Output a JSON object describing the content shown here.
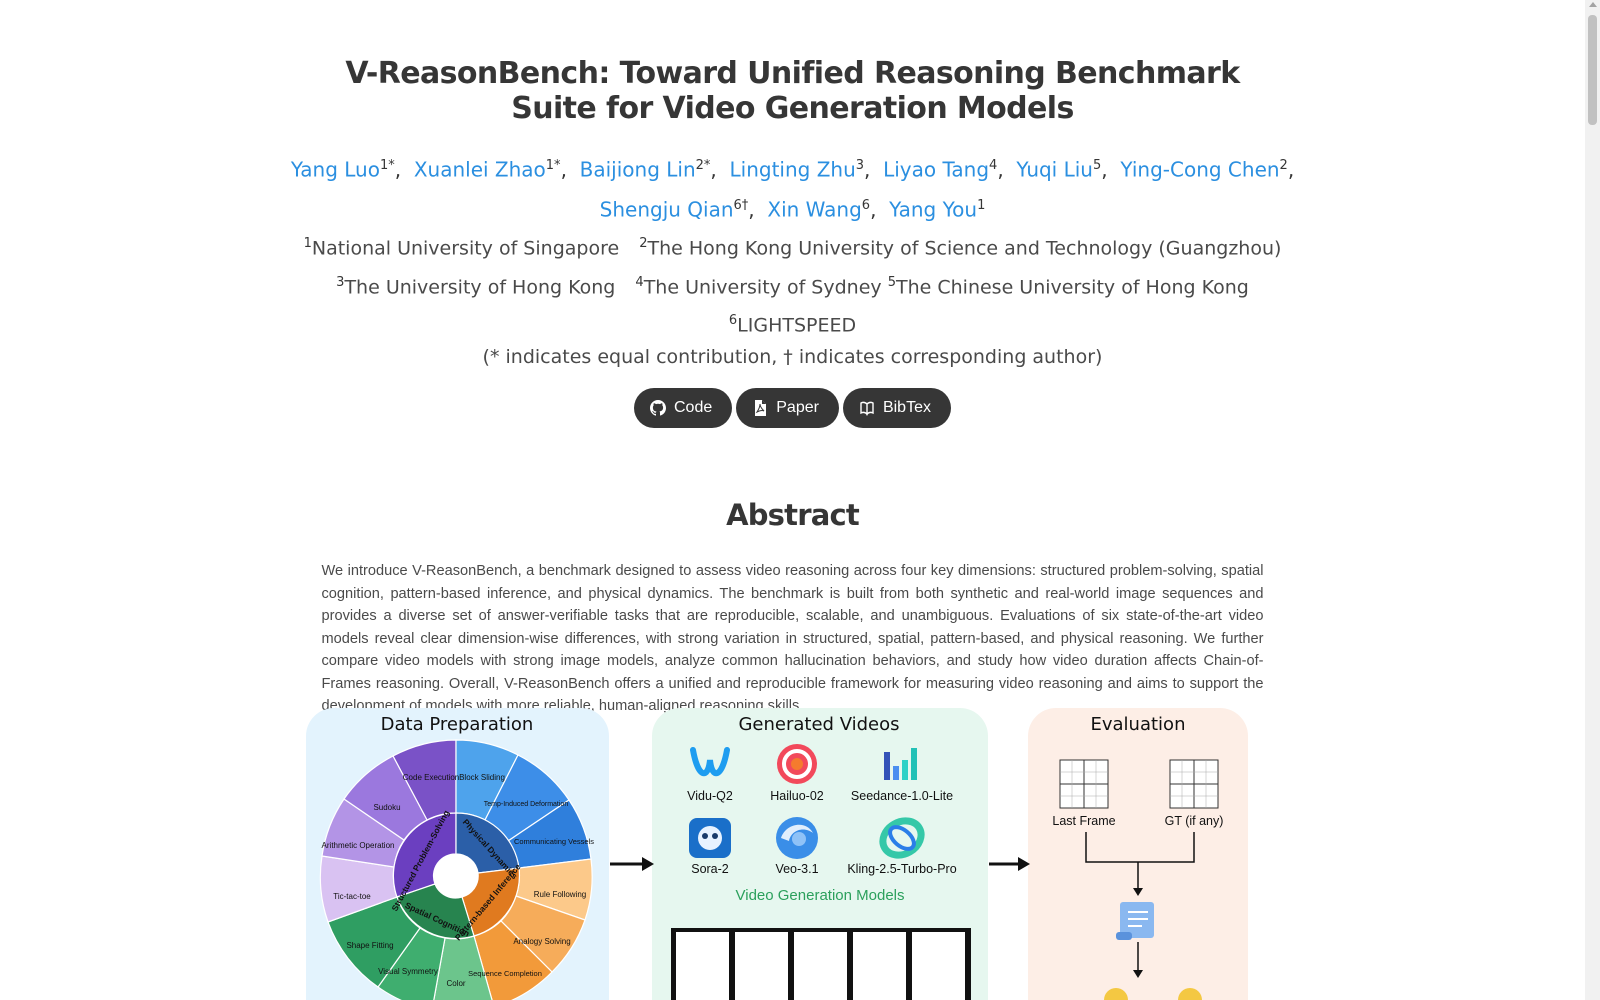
{
  "title": "V-ReasonBench: Toward Unified Reasoning Benchmark Suite for Video Generation Models",
  "authors": [
    {
      "name": "Yang Luo",
      "sup": "1*"
    },
    {
      "name": "Xuanlei Zhao",
      "sup": "1*"
    },
    {
      "name": "Baijiong Lin",
      "sup": "2*"
    },
    {
      "name": "Lingting Zhu",
      "sup": "3"
    },
    {
      "name": "Liyao Tang",
      "sup": "4"
    },
    {
      "name": "Yuqi Liu",
      "sup": "5"
    },
    {
      "name": "Ying-Cong Chen",
      "sup": "2"
    },
    {
      "name": "Shengju Qian",
      "sup": "6†"
    },
    {
      "name": "Xin Wang",
      "sup": "6"
    },
    {
      "name": "Yang You",
      "sup": "1"
    }
  ],
  "affiliations": [
    {
      "sup": "1",
      "name": "National University of Singapore"
    },
    {
      "sup": "2",
      "name": "The Hong Kong University of Science and Technology (Guangzhou)"
    },
    {
      "sup": "3",
      "name": "The University of Hong Kong"
    },
    {
      "sup": "4",
      "name": "The University of Sydney"
    },
    {
      "sup": "5",
      "name": "The Chinese University of Hong Kong"
    },
    {
      "sup": "6",
      "name": "LIGHTSPEED"
    }
  ],
  "contribution_note": "(* indicates equal contribution, † indicates corresponding author)",
  "buttons": {
    "code": "Code",
    "paper": "Paper",
    "bibtex": "BibTex"
  },
  "abstract_heading": "Abstract",
  "abstract_text": "We introduce V-ReasonBench, a benchmark designed to assess video reasoning across four key dimensions: structured problem-solving, spatial cognition, pattern-based inference, and physical dynamics. The benchmark is built from both synthetic and real-world image sequences and provides a diverse set of answer-verifiable tasks that are reproducible, scalable, and unambiguous. Evaluations of six state-of-the-art video models reveal clear dimension-wise differences, with strong variation in structured, spatial, pattern-based, and physical reasoning. We further compare video models with strong image models, analyze common hallucination behaviors, and study how video duration affects Chain-of-Frames reasoning. Overall, V-ReasonBench offers a unified and reproducible framework for measuring video reasoning and aims to support the development of models with more reliable, human-aligned reasoning skills.",
  "figure": {
    "data_prep_title": "Data Preparation",
    "generated_title": "Generated Videos",
    "evaluation_title": "Evaluation",
    "inner_labels": [
      "Structured Problem-Solving",
      "Physical Dynamics",
      "Pattern-based Inference",
      "Spatial Cognition"
    ],
    "outer_labels": [
      "Code Execution",
      "Block Sliding",
      "Temp-Induced Deformation",
      "Communicating Vessels",
      "Rule Following",
      "Analogy Solving",
      "Sequence Completion",
      "Color",
      "Visual Symmetry",
      "Shape Fitting",
      "Tic-tac-toe",
      "Arithmetic Operation",
      "Sudoku"
    ],
    "models": [
      "Vidu-Q2",
      "Hailuo-02",
      "Seedance-1.0-Lite",
      "Sora-2",
      "Veo-3.1",
      "Kling-2.5-Turbo-Pro"
    ],
    "models_caption": "Video Generation Models",
    "eval_labels": {
      "last_frame": "Last Frame",
      "gt": "GT (if any)"
    },
    "colors": {
      "data_bg": "#e3f3fd",
      "gen_bg": "#e6f7ef",
      "eval_bg": "#fdeee6",
      "structured": "#8a63d2",
      "physical": "#3d8ee8",
      "pattern": "#f29a3a",
      "spatial": "#2f9e62"
    }
  }
}
